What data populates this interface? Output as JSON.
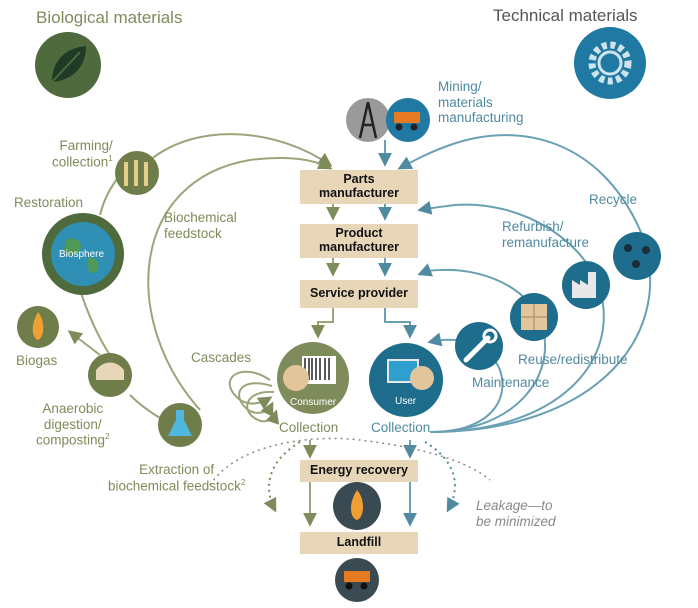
{
  "headings": {
    "biological": "Biological materials",
    "technical": "Technical materials"
  },
  "green_labels": {
    "farming": "Farming/",
    "collection": "collection",
    "farming_note": "1",
    "restoration": "Restoration",
    "biosphere": "Biosphere",
    "biochemical_1": "Biochemical",
    "biochemical_2": "feedstock",
    "biogas": "Biogas",
    "anaerobic_1": "Anaerobic",
    "anaerobic_2": "digestion/",
    "anaerobic_3": "composting",
    "anaerobic_note": "2",
    "cascades": "Cascades",
    "consumer": "Consumer",
    "collection_left": "Collection",
    "extraction_1": "Extraction of",
    "extraction_2": "biochemical feedstock",
    "extraction_note": "2"
  },
  "blue_labels": {
    "mining_1": "Mining/",
    "mining_2": "materials",
    "mining_3": "manufacturing",
    "recycle": "Recycle",
    "refurbish_1": "Refurbish/",
    "refurbish_2": "remanufacture",
    "reuse": "Reuse/redistribute",
    "maintenance": "Maintenance",
    "user": "User",
    "collection_right": "Collection"
  },
  "boxes": {
    "parts_1": "Parts",
    "parts_2": "manufacturer",
    "product_1": "Product",
    "product_2": "manufacturer",
    "service": "Service provider",
    "energy": "Energy recovery",
    "landfill": "Landfill"
  },
  "leakage": {
    "line1": "Leakage—to",
    "line2": "be minimized"
  },
  "colors": {
    "green": "#7d8c5a",
    "blue": "#4f8aa0",
    "box": "#e8d6b8",
    "dark_green_circle": "#4f6b3d",
    "blue_circle": "#1f6d8c"
  }
}
